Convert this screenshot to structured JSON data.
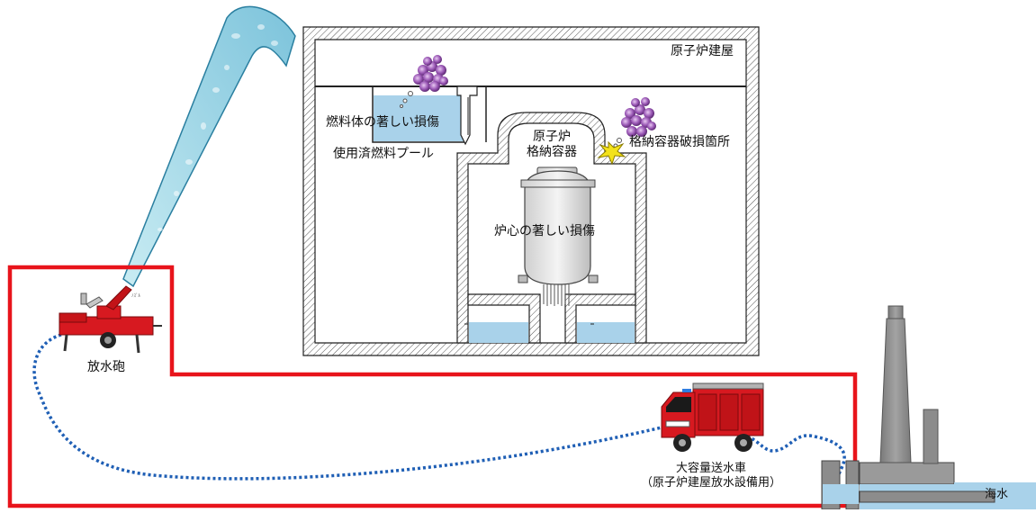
{
  "labels": {
    "reactor_building": "原子炉建屋",
    "fuel_damage": "燃料体の著しい損傷",
    "spent_fuel_pool": "使用済燃料プール",
    "reactor_line1": "原子炉",
    "reactor_line2": "格納容器",
    "containment_breach": "格納容器破損箇所",
    "core_damage": "炉心の著しい損傷",
    "water_cannon": "放水砲",
    "pump_truck_line1": "大容量送水車",
    "pump_truck_line2": "（原子炉建屋放水設備用）",
    "seawater": "海水"
  },
  "colors": {
    "red_boundary": "#e8141b",
    "hose": "#1f5fb5",
    "water": "#a9d2ea",
    "water_spray": "#9fd4e6",
    "radioactive_cloud": "#8a3fa5",
    "breach_star": "#f3e21a",
    "truck_red": "#d71920",
    "stack_gray": "#8c8c8c"
  }
}
